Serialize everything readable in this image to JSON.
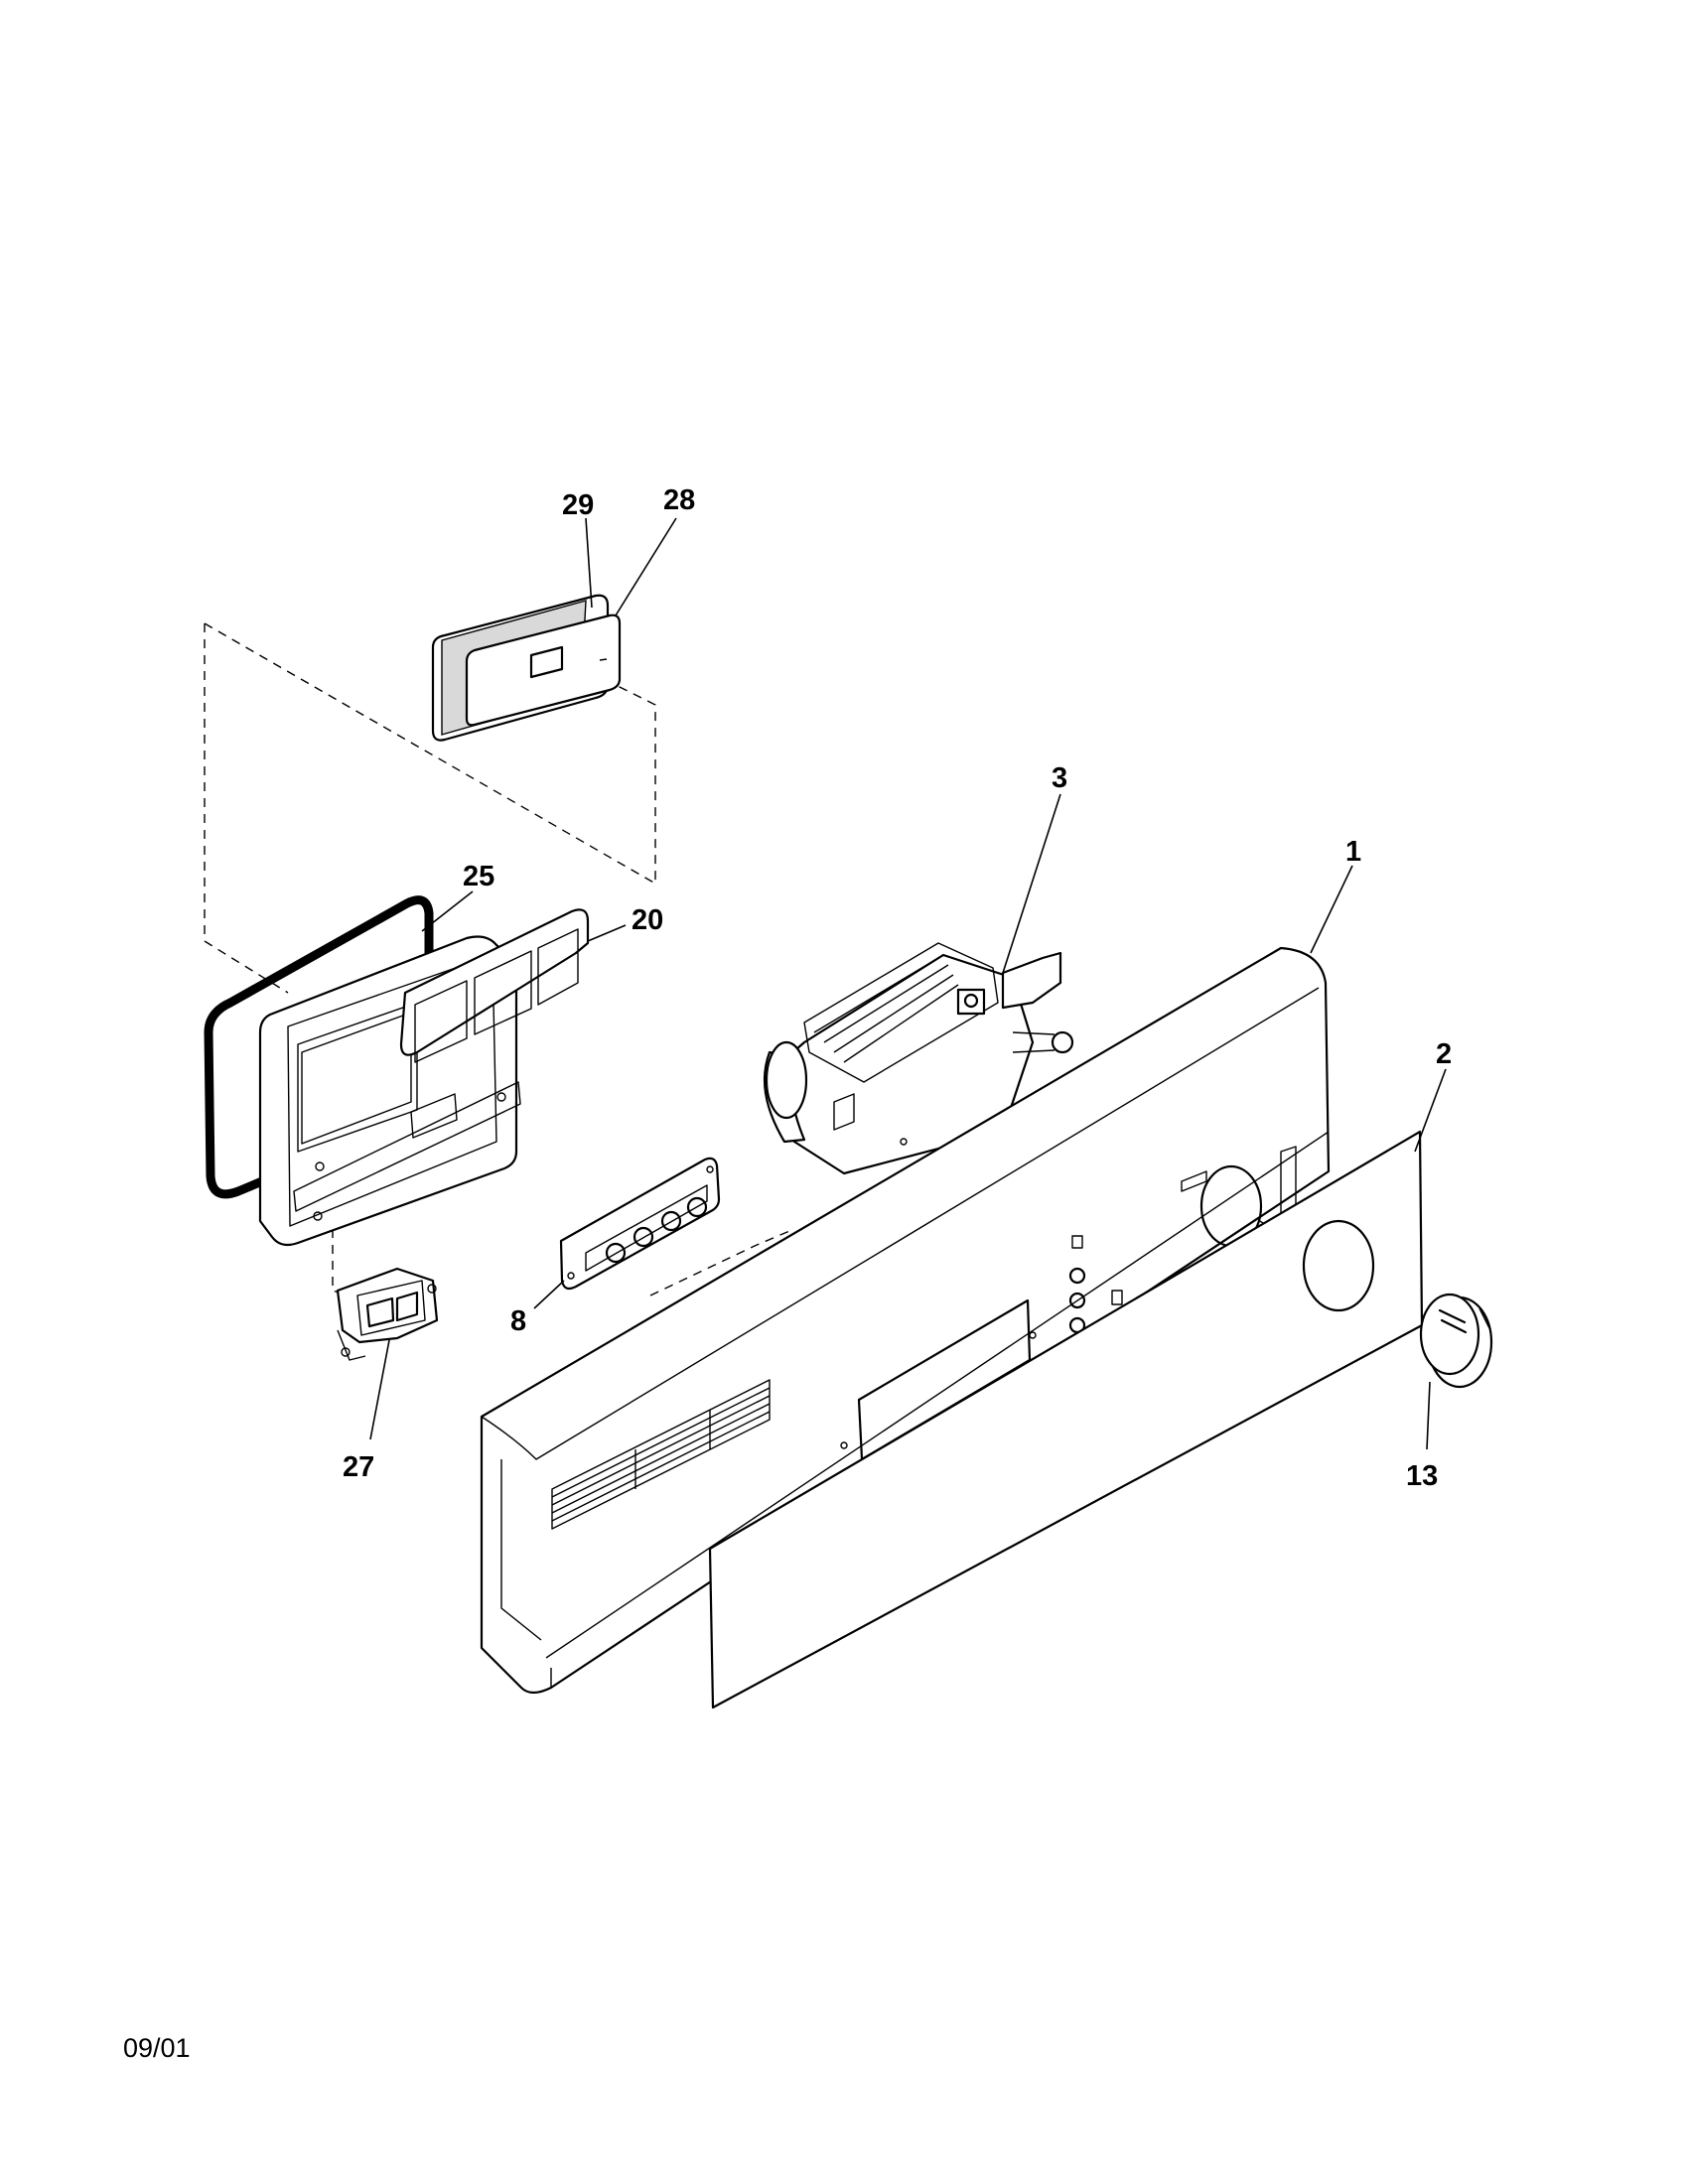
{
  "callouts": {
    "p29": "29",
    "p28": "28",
    "p3": "3",
    "p1": "1",
    "p25": "25",
    "p20": "20",
    "p2": "2",
    "p8": "8",
    "p27": "27",
    "p13": "13"
  },
  "footer": {
    "date": "09/01"
  }
}
